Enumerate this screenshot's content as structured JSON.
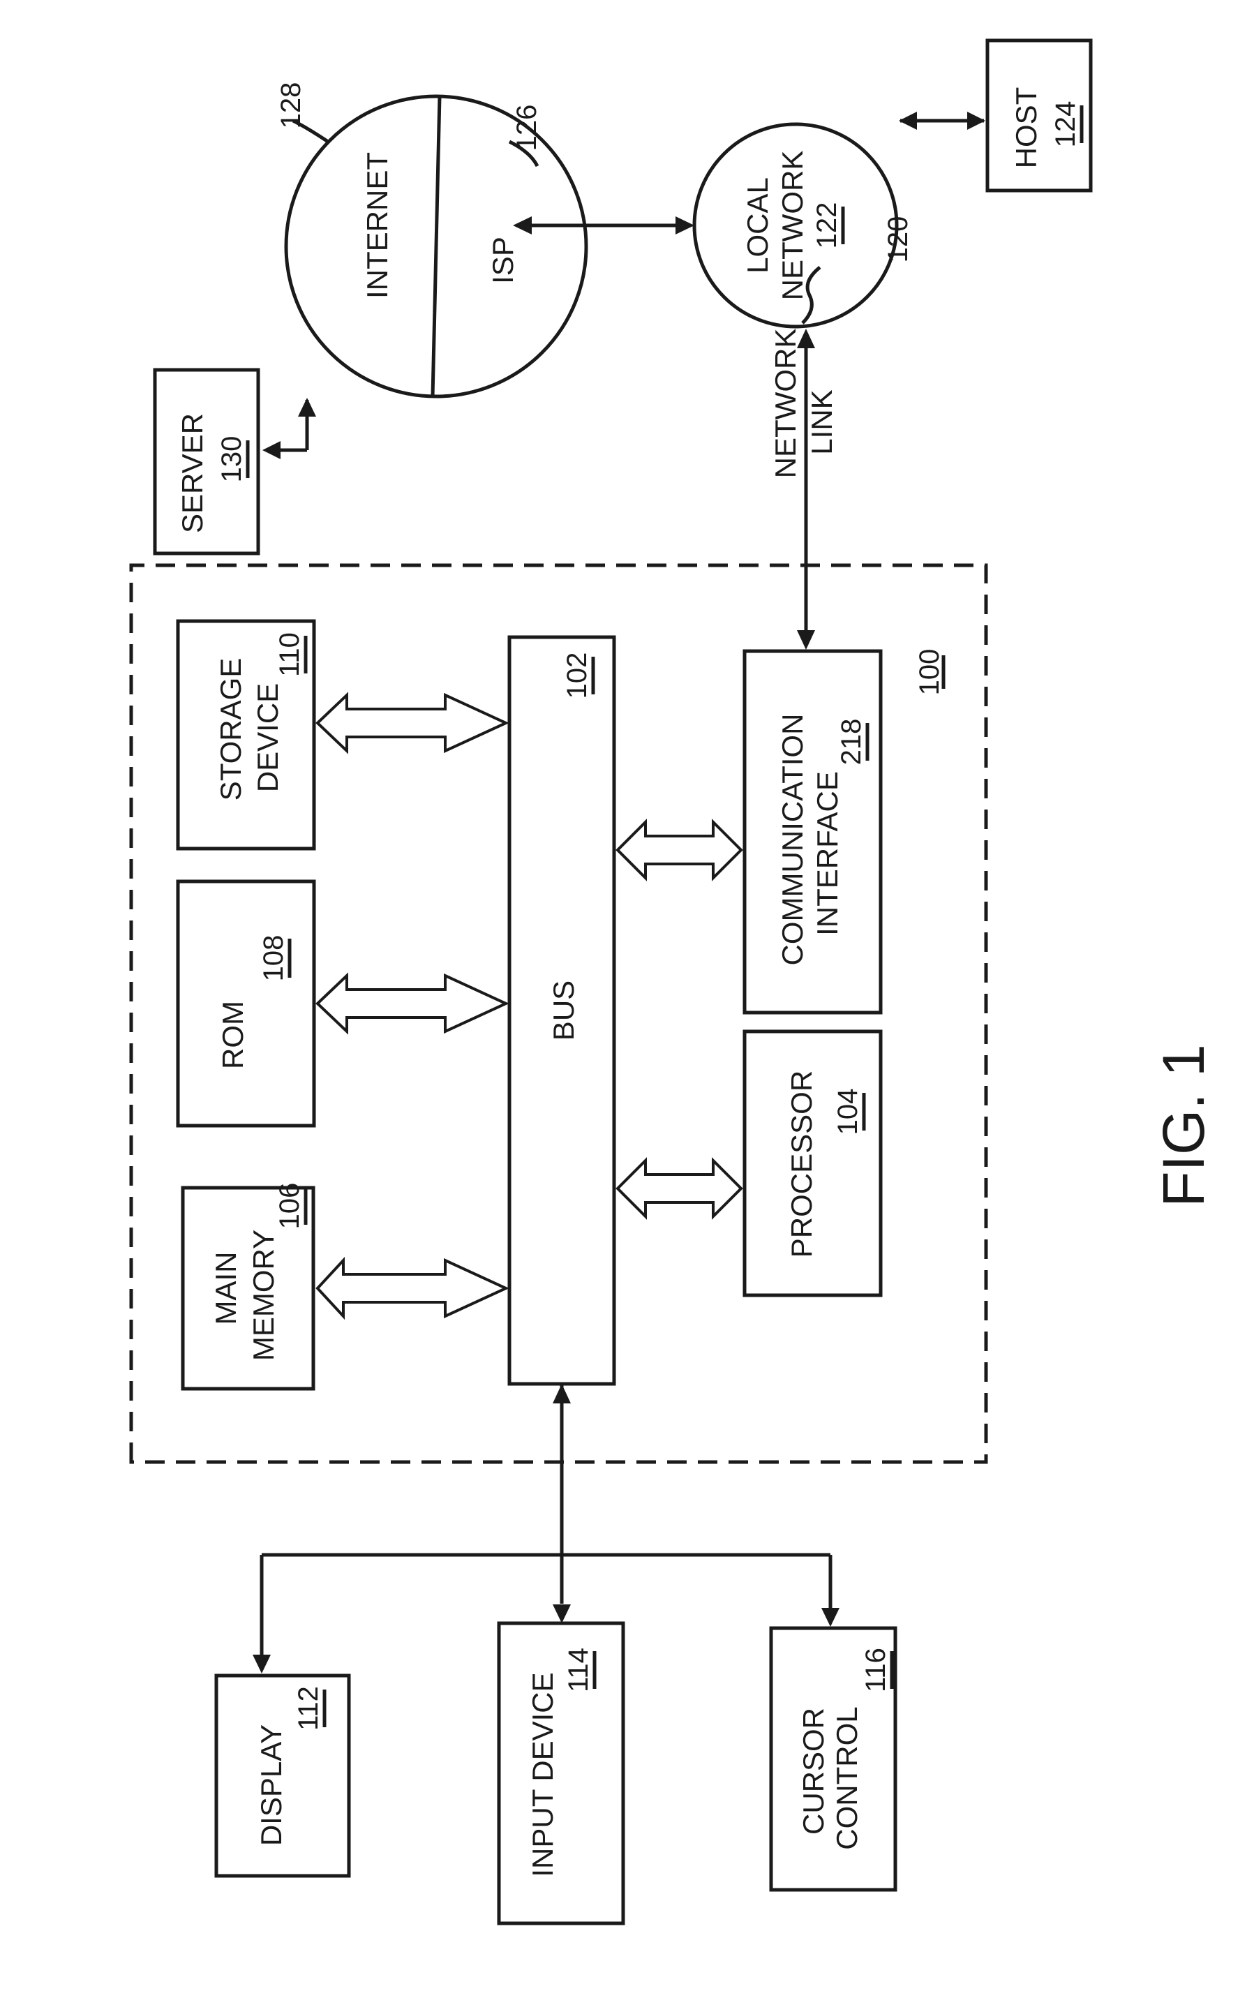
{
  "figure_label": "FIG. 1",
  "system": {
    "ref": "100"
  },
  "bus": {
    "label": "BUS",
    "ref": "102"
  },
  "main_memory": {
    "line1": "MAIN",
    "line2": "MEMORY",
    "ref": "106"
  },
  "rom": {
    "label": "ROM",
    "ref": "108"
  },
  "storage_device": {
    "line1": "STORAGE",
    "line2": "DEVICE",
    "ref": "110"
  },
  "processor": {
    "label": "PROCESSOR",
    "ref": "104"
  },
  "communication_interface": {
    "line1": "COMMUNICATION",
    "line2": "INTERFACE",
    "ref": "218"
  },
  "display": {
    "label": "DISPLAY",
    "ref": "112"
  },
  "input_device": {
    "label": "INPUT DEVICE",
    "ref": "114"
  },
  "cursor_control": {
    "line1": "CURSOR",
    "line2": "CONTROL",
    "ref": "116"
  },
  "network_link": {
    "line1": "NETWORK",
    "line2": "LINK",
    "ref": "120"
  },
  "local_network": {
    "line1": "LOCAL",
    "line2": "NETWORK",
    "ref": "122"
  },
  "host": {
    "label": "HOST",
    "ref": "124"
  },
  "isp": {
    "label": "ISP",
    "ref": "126"
  },
  "internet": {
    "label": "INTERNET",
    "ref": "128"
  },
  "server": {
    "label": "SERVER",
    "ref": "130"
  }
}
